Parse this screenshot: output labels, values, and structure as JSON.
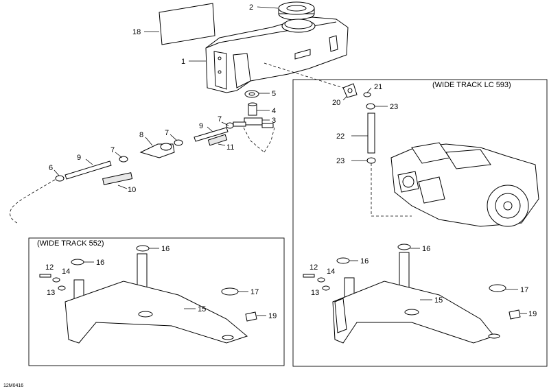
{
  "callouts": {
    "c1": "1",
    "c2": "2",
    "c3": "3",
    "c4": "4",
    "c5": "5",
    "c6": "6",
    "c7a": "7",
    "c7b": "7",
    "c7c": "7",
    "c8": "8",
    "c9a": "9",
    "c9b": "9",
    "c10": "10",
    "c11": "11",
    "c12a": "12",
    "c12b": "12",
    "c13a": "13",
    "c13b": "13",
    "c14a": "14",
    "c14b": "14",
    "c15a": "15",
    "c15b": "15",
    "c16a": "16",
    "c16b": "16",
    "c16c": "16",
    "c16d": "16",
    "c17a": "17",
    "c17b": "17",
    "c18": "18",
    "c19a": "19",
    "c19b": "19",
    "c20": "20",
    "c21": "21",
    "c22": "22",
    "c23a": "23",
    "c23b": "23"
  },
  "boxes": {
    "lc593_title": "(WIDE TRACK LC 593)",
    "w552_title": "(WIDE TRACK 552)"
  },
  "drawing_code": "12M0416"
}
